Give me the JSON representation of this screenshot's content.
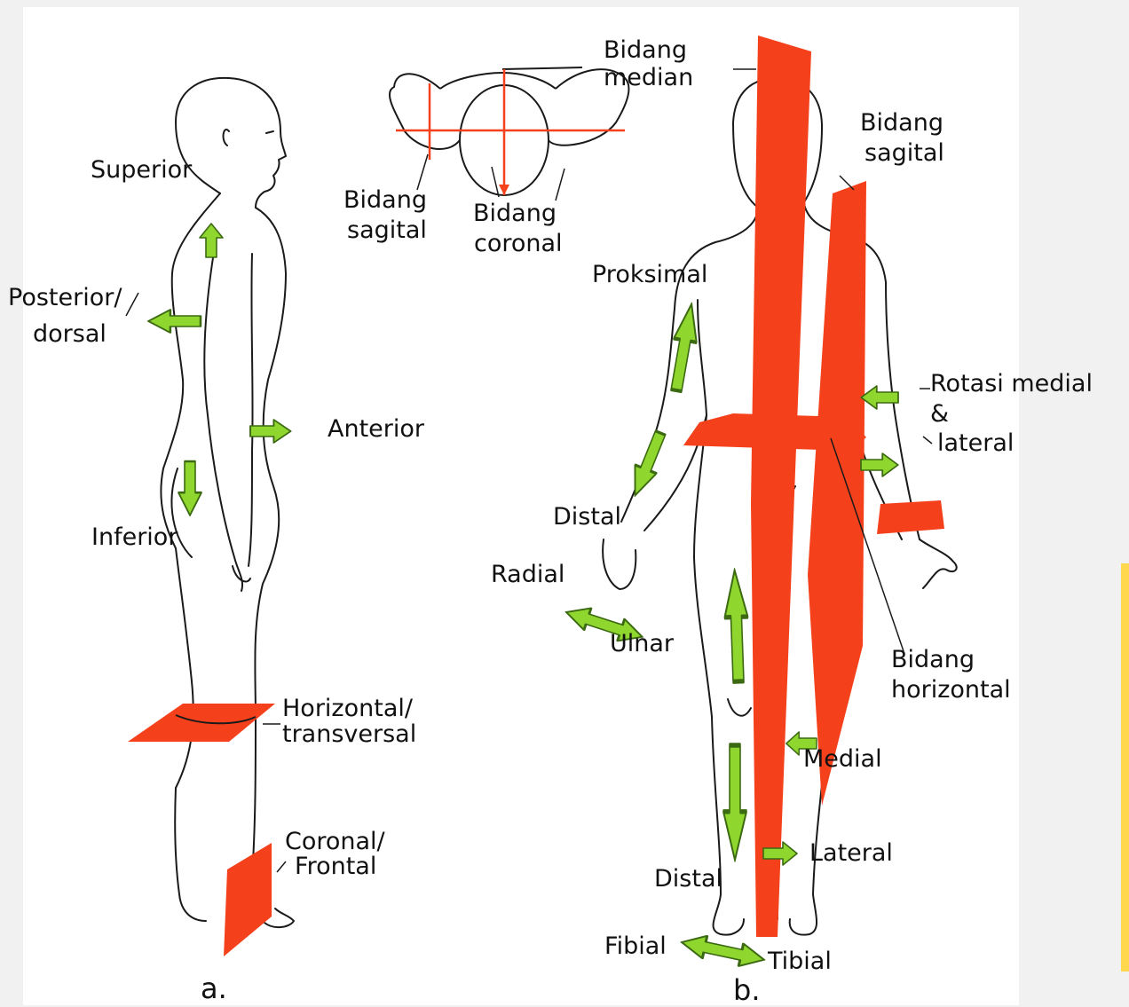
{
  "colors": {
    "plane": "#f5401c",
    "arrow_fill": "#8fd62e",
    "arrow_stroke": "#3c6a12",
    "outline": "#1a1a1a",
    "accent_bar": "#ffd84d"
  },
  "panel_a": {
    "caption": "a.",
    "labels": {
      "superior": "Superior",
      "posterior_1": "Posterior/",
      "posterior_2": "dorsal",
      "anterior": "Anterior",
      "inferior": "Inferior",
      "horizontal_1": "Horizontal/",
      "horizontal_2": "transversal",
      "coronal_1": "Coronal/",
      "coronal_2": "Frontal"
    }
  },
  "head_view": {
    "sagital_1": "Bidang",
    "sagital_2": "sagital",
    "coronal_1": "Bidang",
    "coronal_2": "coronal"
  },
  "panel_b": {
    "caption": "b.",
    "labels": {
      "median_1": "Bidang",
      "median_2": "median",
      "sagital_1": "Bidang",
      "sagital_2": "sagital",
      "proksimal": "Proksimal",
      "rotasi_1": "Rotasi medial",
      "rotasi_2": "&",
      "rotasi_3": "lateral",
      "distal_arm": "Distal",
      "radial": "Radial",
      "ulnar": "Ulnar",
      "horizontal_1": "Bidang",
      "horizontal_2": "horizontal",
      "medial": "Medial",
      "lateral": "Lateral",
      "distal_leg": "Distal",
      "fibial": "Fibial",
      "tibial": "Tibial"
    }
  }
}
